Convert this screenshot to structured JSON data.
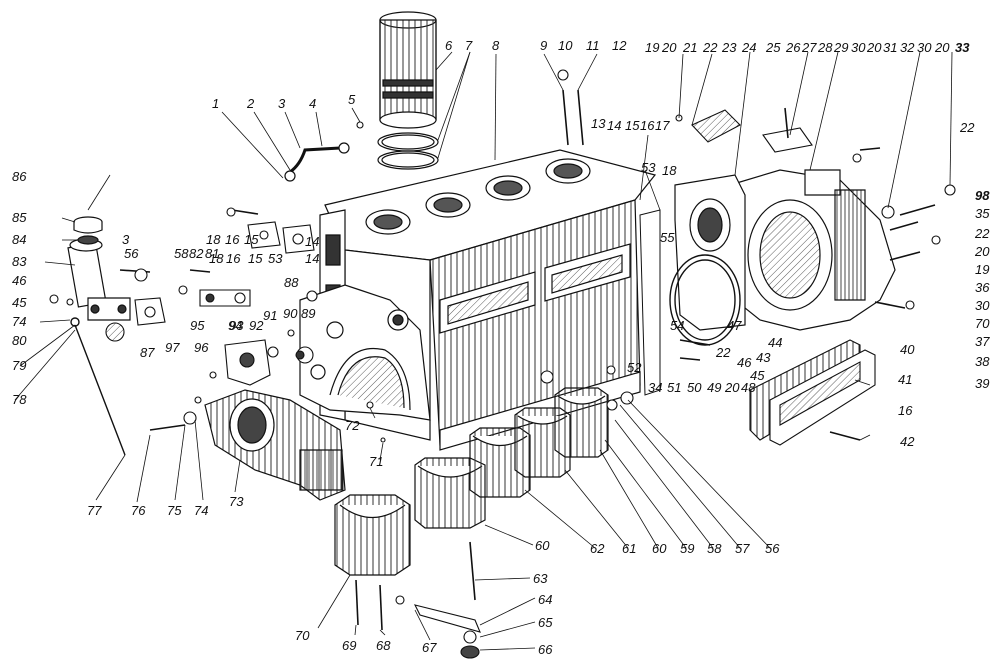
{
  "palette": {
    "ink": "#111111",
    "paper": "#ffffff",
    "hatch": "#333333"
  },
  "callouts": [
    {
      "id": "c1",
      "text": "1"
    },
    {
      "id": "c2",
      "text": "2"
    },
    {
      "id": "c3a",
      "text": "3"
    },
    {
      "id": "c4",
      "text": "4"
    },
    {
      "id": "c5",
      "text": "5"
    },
    {
      "id": "c6",
      "text": "6"
    },
    {
      "id": "c7",
      "text": "7"
    },
    {
      "id": "c8",
      "text": "8"
    },
    {
      "id": "c9",
      "text": "9"
    },
    {
      "id": "c10",
      "text": "10"
    },
    {
      "id": "c11",
      "text": "11"
    },
    {
      "id": "c12",
      "text": "12"
    },
    {
      "id": "c13",
      "text": "13"
    },
    {
      "id": "c14a",
      "text": "14"
    },
    {
      "id": "c15a",
      "text": "15"
    },
    {
      "id": "c16a",
      "text": "16"
    },
    {
      "id": "c17",
      "text": "17"
    },
    {
      "id": "c18a",
      "text": "18"
    },
    {
      "id": "c19a",
      "text": "19"
    },
    {
      "id": "c20a",
      "text": "20"
    },
    {
      "id": "c21",
      "text": "21"
    },
    {
      "id": "c22a",
      "text": "22"
    },
    {
      "id": "c23",
      "text": "23"
    },
    {
      "id": "c24",
      "text": "24"
    },
    {
      "id": "c25",
      "text": "25"
    },
    {
      "id": "c26",
      "text": "26"
    },
    {
      "id": "c27",
      "text": "27"
    },
    {
      "id": "c28",
      "text": "28"
    },
    {
      "id": "c29",
      "text": "29"
    },
    {
      "id": "c30a",
      "text": "30"
    },
    {
      "id": "c20b",
      "text": "20"
    },
    {
      "id": "c31",
      "text": "31"
    },
    {
      "id": "c32",
      "text": "32"
    },
    {
      "id": "c30b",
      "text": "30"
    },
    {
      "id": "c20c",
      "text": "20"
    },
    {
      "id": "c33",
      "text": "33"
    },
    {
      "id": "c22b",
      "text": "22"
    },
    {
      "id": "c98",
      "text": "98"
    },
    {
      "id": "c35",
      "text": "35"
    },
    {
      "id": "c22c",
      "text": "22"
    },
    {
      "id": "c20d",
      "text": "20"
    },
    {
      "id": "c19b",
      "text": "19"
    },
    {
      "id": "c36",
      "text": "36"
    },
    {
      "id": "c30c",
      "text": "30"
    },
    {
      "id": "c70a",
      "text": "70"
    },
    {
      "id": "c37",
      "text": "37"
    },
    {
      "id": "c38",
      "text": "38"
    },
    {
      "id": "c39",
      "text": "39"
    },
    {
      "id": "c40",
      "text": "40"
    },
    {
      "id": "c41",
      "text": "41"
    },
    {
      "id": "c16b",
      "text": "16"
    },
    {
      "id": "c42",
      "text": "42"
    },
    {
      "id": "c47",
      "text": "47"
    },
    {
      "id": "c44",
      "text": "44"
    },
    {
      "id": "c22d",
      "text": "22"
    },
    {
      "id": "c46",
      "text": "46"
    },
    {
      "id": "c43",
      "text": "43"
    },
    {
      "id": "c45",
      "text": "45"
    },
    {
      "id": "c48",
      "text": "48"
    },
    {
      "id": "c20e",
      "text": "20"
    },
    {
      "id": "c49",
      "text": "49"
    },
    {
      "id": "c50",
      "text": "50"
    },
    {
      "id": "c54",
      "text": "54"
    },
    {
      "id": "c51",
      "text": "51"
    },
    {
      "id": "c34",
      "text": "34"
    },
    {
      "id": "c52",
      "text": "52"
    },
    {
      "id": "c53a",
      "text": "53"
    },
    {
      "id": "c55",
      "text": "55"
    },
    {
      "id": "c14b",
      "text": "14"
    },
    {
      "id": "c15b",
      "text": "15"
    },
    {
      "id": "c16c",
      "text": "16"
    },
    {
      "id": "c18b",
      "text": "18"
    },
    {
      "id": "c86",
      "text": "86"
    },
    {
      "id": "c85",
      "text": "85"
    },
    {
      "id": "c84",
      "text": "84"
    },
    {
      "id": "c3b",
      "text": "3"
    },
    {
      "id": "c83",
      "text": "83"
    },
    {
      "id": "c46b",
      "text": "46"
    },
    {
      "id": "c45b",
      "text": "45"
    },
    {
      "id": "c74a",
      "text": "74"
    },
    {
      "id": "c80",
      "text": "80"
    },
    {
      "id": "c79",
      "text": "79"
    },
    {
      "id": "c78",
      "text": "78"
    },
    {
      "id": "c77",
      "text": "77"
    },
    {
      "id": "c56a",
      "text": "56"
    },
    {
      "id": "c58",
      "text": "58"
    },
    {
      "id": "c82",
      "text": "82"
    },
    {
      "id": "c81",
      "text": "81"
    },
    {
      "id": "c18c",
      "text": "18"
    },
    {
      "id": "c16d",
      "text": "16"
    },
    {
      "id": "c15c",
      "text": "15"
    },
    {
      "id": "c53b",
      "text": "53"
    },
    {
      "id": "c14c",
      "text": "14"
    },
    {
      "id": "c87",
      "text": "87"
    },
    {
      "id": "c95",
      "text": "95"
    },
    {
      "id": "c94",
      "text": "94"
    },
    {
      "id": "c88",
      "text": "88"
    },
    {
      "id": "c89",
      "text": "89"
    },
    {
      "id": "c90",
      "text": "90"
    },
    {
      "id": "c91",
      "text": "91"
    },
    {
      "id": "c92",
      "text": "92"
    },
    {
      "id": "c93",
      "text": "93"
    },
    {
      "id": "c97",
      "text": "97"
    },
    {
      "id": "c96",
      "text": "96"
    },
    {
      "id": "c76",
      "text": "76"
    },
    {
      "id": "c75",
      "text": "75"
    },
    {
      "id": "c74b",
      "text": "74"
    },
    {
      "id": "c73",
      "text": "73"
    },
    {
      "id": "c72",
      "text": "72"
    },
    {
      "id": "c71",
      "text": "71"
    },
    {
      "id": "c70b",
      "text": "70"
    },
    {
      "id": "c69",
      "text": "69"
    },
    {
      "id": "c68",
      "text": "68"
    },
    {
      "id": "c67",
      "text": "67"
    },
    {
      "id": "c66",
      "text": "66"
    },
    {
      "id": "c65",
      "text": "65"
    },
    {
      "id": "c64",
      "text": "64"
    },
    {
      "id": "c63",
      "text": "63"
    },
    {
      "id": "c60a",
      "text": "60"
    },
    {
      "id": "c62",
      "text": "62"
    },
    {
      "id": "c61",
      "text": "61"
    },
    {
      "id": "c60b",
      "text": "60"
    },
    {
      "id": "c59",
      "text": "59"
    },
    {
      "id": "c58b",
      "text": "58"
    },
    {
      "id": "c57",
      "text": "57"
    },
    {
      "id": "c56b",
      "text": "56"
    }
  ]
}
